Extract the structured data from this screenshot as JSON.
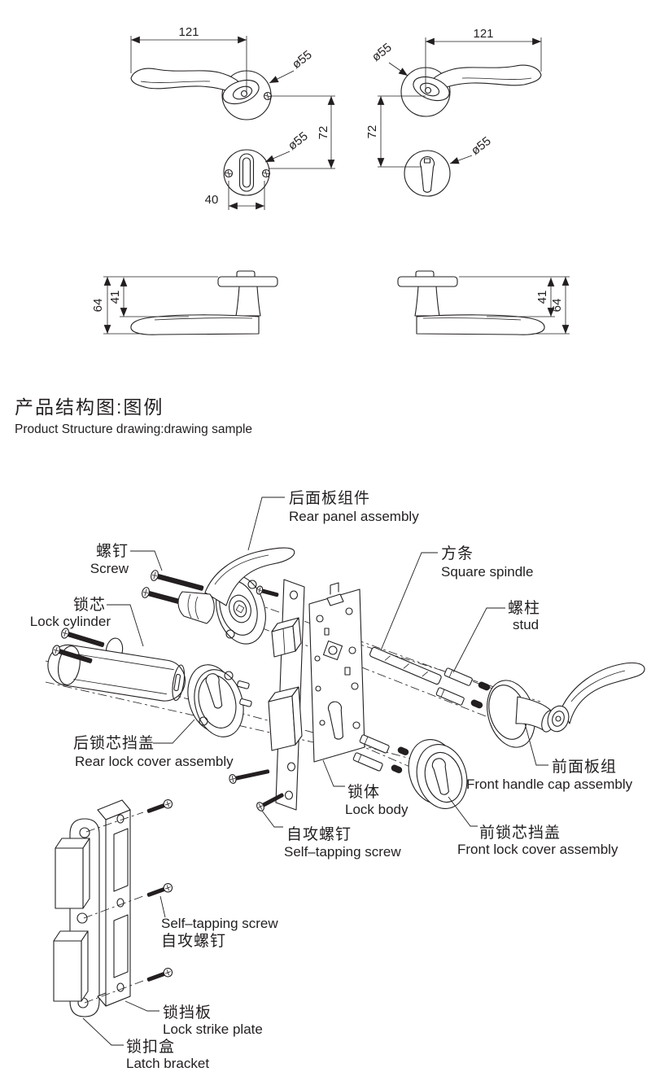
{
  "page": {
    "title_cn": "产品结构图:图例",
    "title_en": "Product Structure drawing:drawing sample"
  },
  "dims": {
    "handle_length": "121",
    "rose_diameter": "ø55",
    "handle_to_cylinder_distance": "72",
    "screw_hole_spacing": "40",
    "side_total_height": "64",
    "side_lever_height": "41"
  },
  "parts": {
    "rear_panel_assembly": {
      "cn": "后面板组件",
      "en": "Rear panel assembly"
    },
    "screw": {
      "cn": "螺钉",
      "en": "Screw"
    },
    "lock_cylinder": {
      "cn": "锁芯",
      "en": "Lock cylinder"
    },
    "square_spindle": {
      "cn": "方条",
      "en": "Square spindle"
    },
    "stud": {
      "cn": "螺柱",
      "en": "stud"
    },
    "rear_lock_cover": {
      "cn": "后锁芯挡盖",
      "en": "Rear lock cover assembly"
    },
    "front_handle_cap": {
      "cn": "前面板组",
      "en": "Front handle cap assembly"
    },
    "lock_body": {
      "cn": "锁体",
      "en": "Lock body"
    },
    "self_tapping_screw": {
      "cn": "自攻螺钉",
      "en": "Self–tapping screw"
    },
    "front_lock_cover": {
      "cn": "前锁芯挡盖",
      "en": "Front lock cover assembly"
    },
    "lock_strike_plate": {
      "cn": "锁挡板",
      "en": "Lock strike plate"
    },
    "latch_bracket": {
      "cn": "锁扣盒",
      "en": "Latch bracket"
    }
  }
}
